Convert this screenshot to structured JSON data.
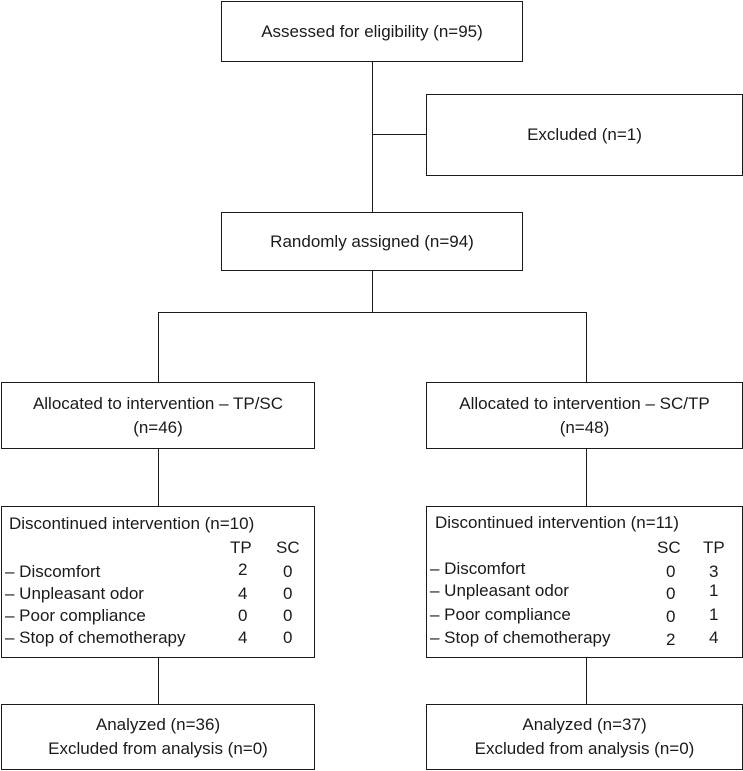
{
  "assessed": "Assessed for eligibility (n=95)",
  "excluded": "Excluded (n=1)",
  "randomized": "Randomly assigned (n=94)",
  "left": {
    "allocated_line1": "Allocated to intervention – TP/SC",
    "allocated_line2": "(n=46)",
    "discontinued_title": "Discontinued intervention (n=10)",
    "col1": "TP",
    "col2": "SC",
    "rows": [
      {
        "label": "– Discomfort",
        "v1": "2",
        "v2": "0"
      },
      {
        "label": "– Unpleasant odor",
        "v1": "4",
        "v2": "0"
      },
      {
        "label": "– Poor compliance",
        "v1": "0",
        "v2": "0"
      },
      {
        "label": "– Stop of chemotherapy",
        "v1": "4",
        "v2": "0"
      }
    ],
    "analyzed_line1": "Analyzed (n=36)",
    "analyzed_line2": "Excluded from analysis (n=0)"
  },
  "right": {
    "allocated_line1": "Allocated to intervention – SC/TP",
    "allocated_line2": "(n=48)",
    "discontinued_title": "Discontinued intervention (n=11)",
    "col1": "SC",
    "col2": "TP",
    "rows": [
      {
        "label": "– Discomfort",
        "v1": "0",
        "v2": "3"
      },
      {
        "label": "– Unpleasant odor",
        "v1": "0",
        "v2": "1"
      },
      {
        "label": "– Poor compliance",
        "v1": "0",
        "v2": "1"
      },
      {
        "label": "– Stop of chemotherapy",
        "v1": "2",
        "v2": "4"
      }
    ],
    "analyzed_line1": "Analyzed (n=37)",
    "analyzed_line2": "Excluded from analysis (n=0)"
  }
}
